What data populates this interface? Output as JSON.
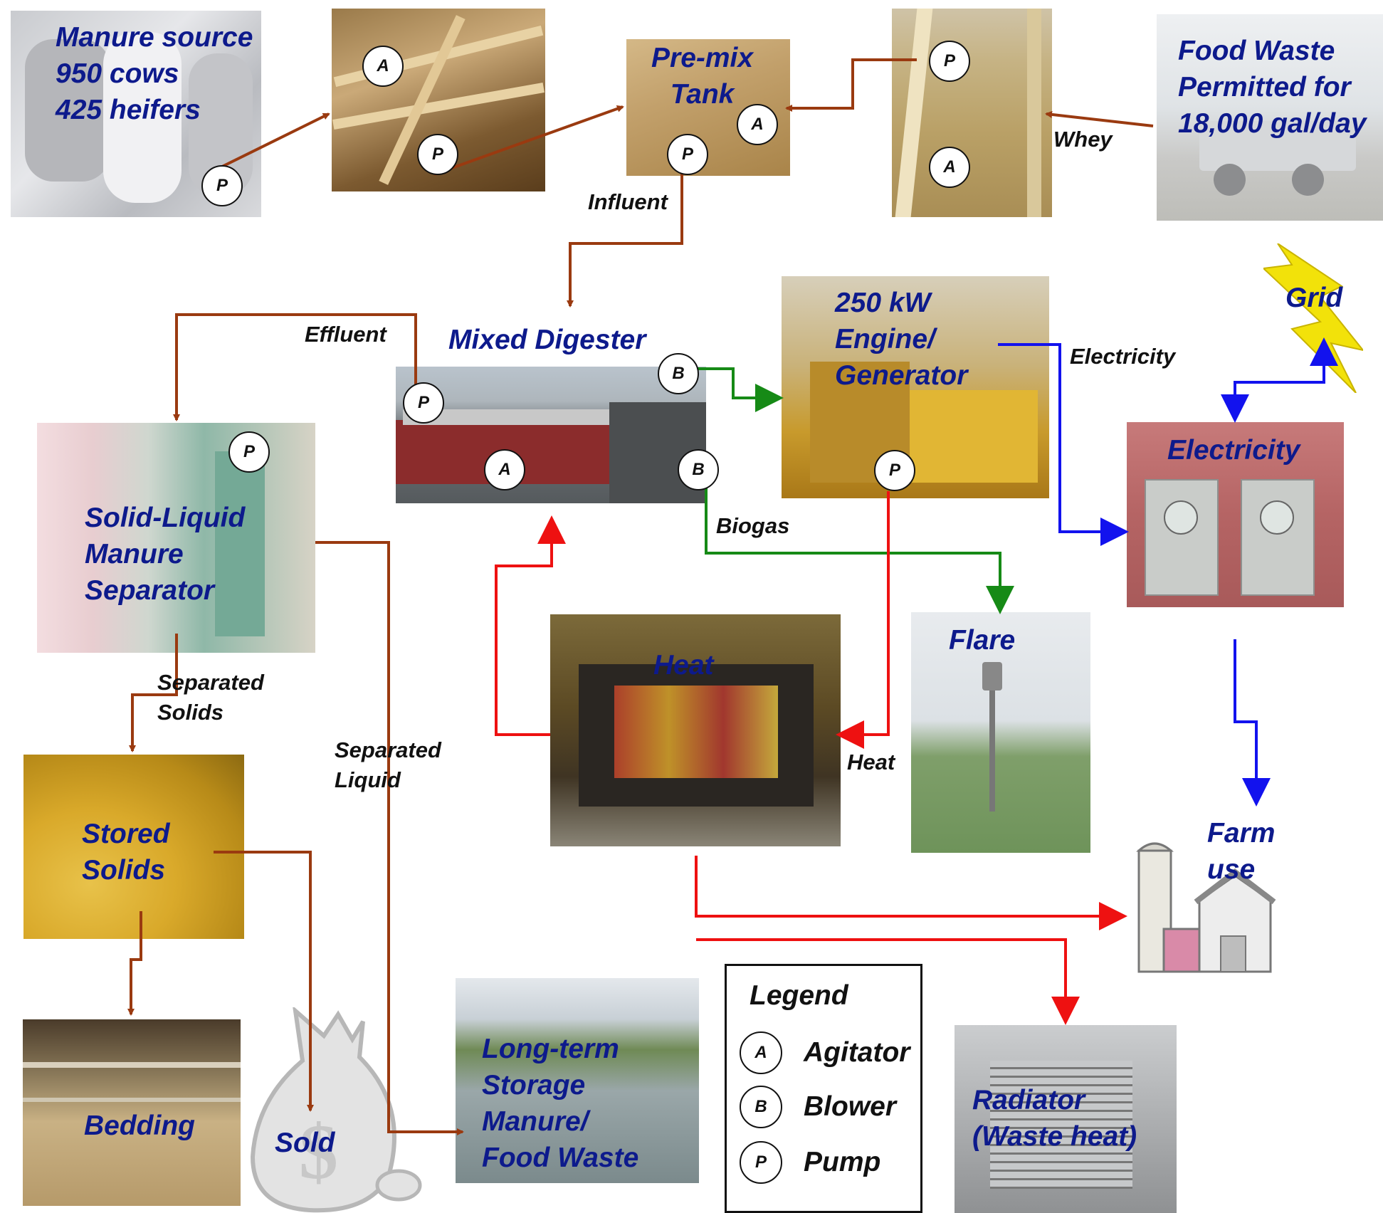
{
  "nodes": {
    "manure_source": "Manure source\n950 cows\n425 heifers",
    "premix_tank": "Pre-mix\nTank",
    "food_waste": "Food Waste\nPermitted for\n18,000 gal/day",
    "mixed_digester": "Mixed Digester",
    "engine_generator": "250 kW\nEngine/\nGenerator",
    "grid": "Grid",
    "electricity_panel": "Electricity",
    "separator": "Solid-Liquid\nManure\nSeparator",
    "heat_unit": "Heat",
    "flare": "Flare",
    "farm_use": "Farm\nuse",
    "stored_solids": "Stored\nSolids",
    "bedding": "Bedding",
    "sold": "Sold",
    "long_term_storage": "Long-term\nStorage\nManure/\nFood Waste",
    "radiator": "Radiator\n(Waste heat)"
  },
  "flows": {
    "whey": "Whey",
    "influent": "Influent",
    "effluent": "Effluent",
    "electricity": "Electricity",
    "biogas": "Biogas",
    "separated_solids": "Separated\nSolids",
    "separated_liquid": "Separated\nLiquid",
    "heat": "Heat"
  },
  "badge_letters": {
    "agitator": "A",
    "blower": "B",
    "pump": "P"
  },
  "legend": {
    "title": "Legend",
    "items": [
      {
        "symbol": "A",
        "label": "Agitator"
      },
      {
        "symbol": "B",
        "label": "Blower"
      },
      {
        "symbol": "P",
        "label": "Pump"
      }
    ]
  },
  "colors": {
    "manure_line": "#9a3a10",
    "biogas_line": "#168a16",
    "heat_line": "#ee1111",
    "electricity_line": "#1212ee",
    "label_text": "#0d1a8c",
    "lightning": "#f2e20a"
  }
}
